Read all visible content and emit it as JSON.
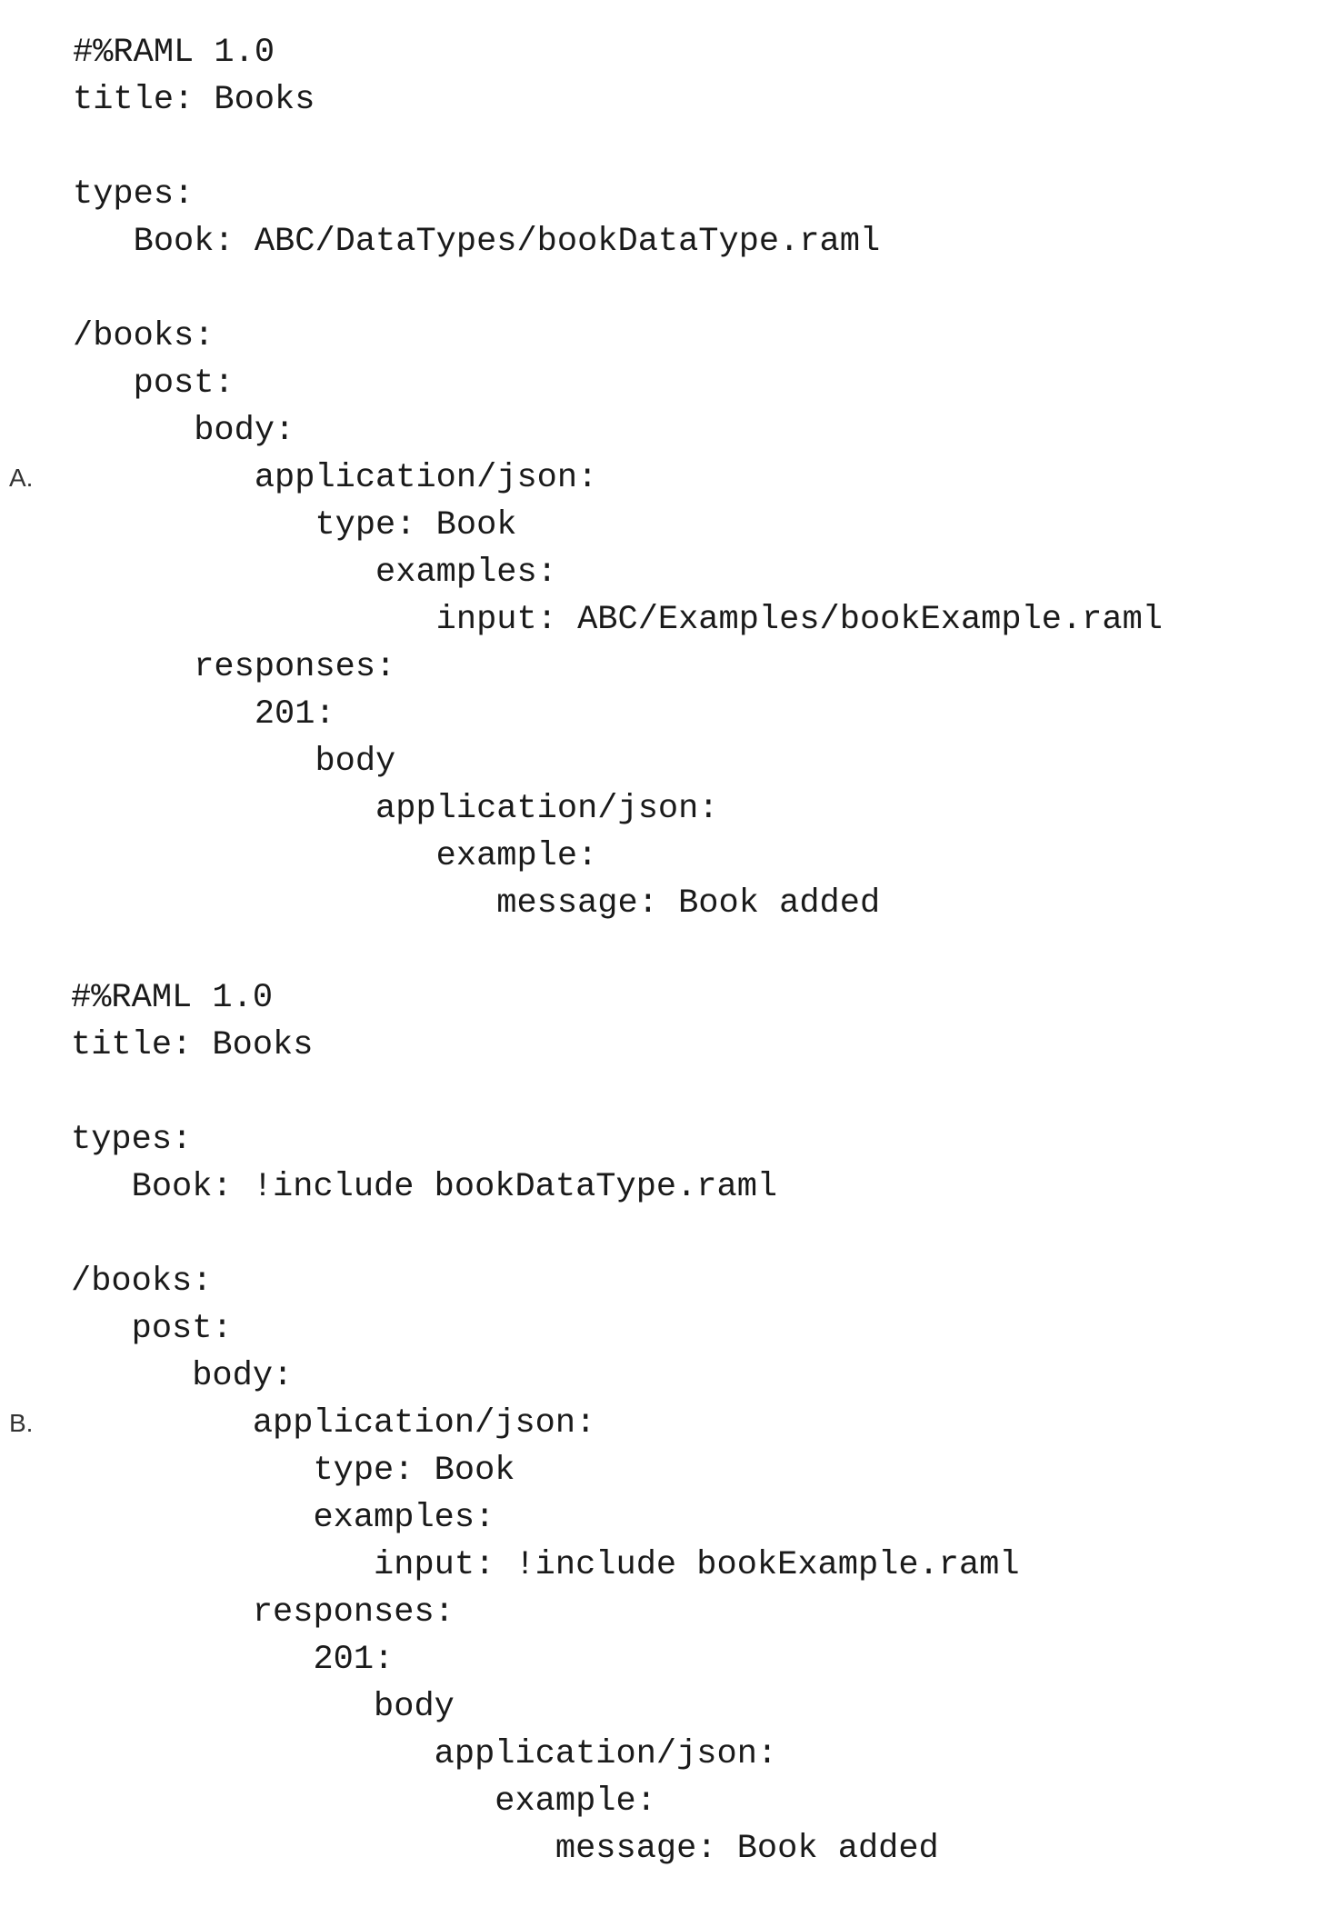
{
  "options": [
    {
      "label": "A.",
      "lines": [
        "#%RAML 1.0",
        "title: Books",
        "",
        "types:",
        "   Book: ABC/DataTypes/bookDataType.raml",
        "",
        "/books:",
        "   post:",
        "      body:",
        "         application/json:",
        "            type: Book",
        "               examples:",
        "                  input: ABC/Examples/bookExample.raml",
        "      responses:",
        "         201:",
        "            body",
        "               application/json:",
        "                  example:",
        "                     message: Book added"
      ]
    },
    {
      "label": "B.",
      "lines": [
        "#%RAML 1.0",
        "title: Books",
        "",
        "types:",
        "   Book: !include bookDataType.raml",
        "",
        "/books:",
        "   post:",
        "      body:",
        "         application/json:",
        "            type: Book",
        "            examples:",
        "               input: !include bookExample.raml",
        "         responses:",
        "            201:",
        "               body",
        "                  application/json:",
        "                     example:",
        "                        message: Book added"
      ]
    }
  ]
}
